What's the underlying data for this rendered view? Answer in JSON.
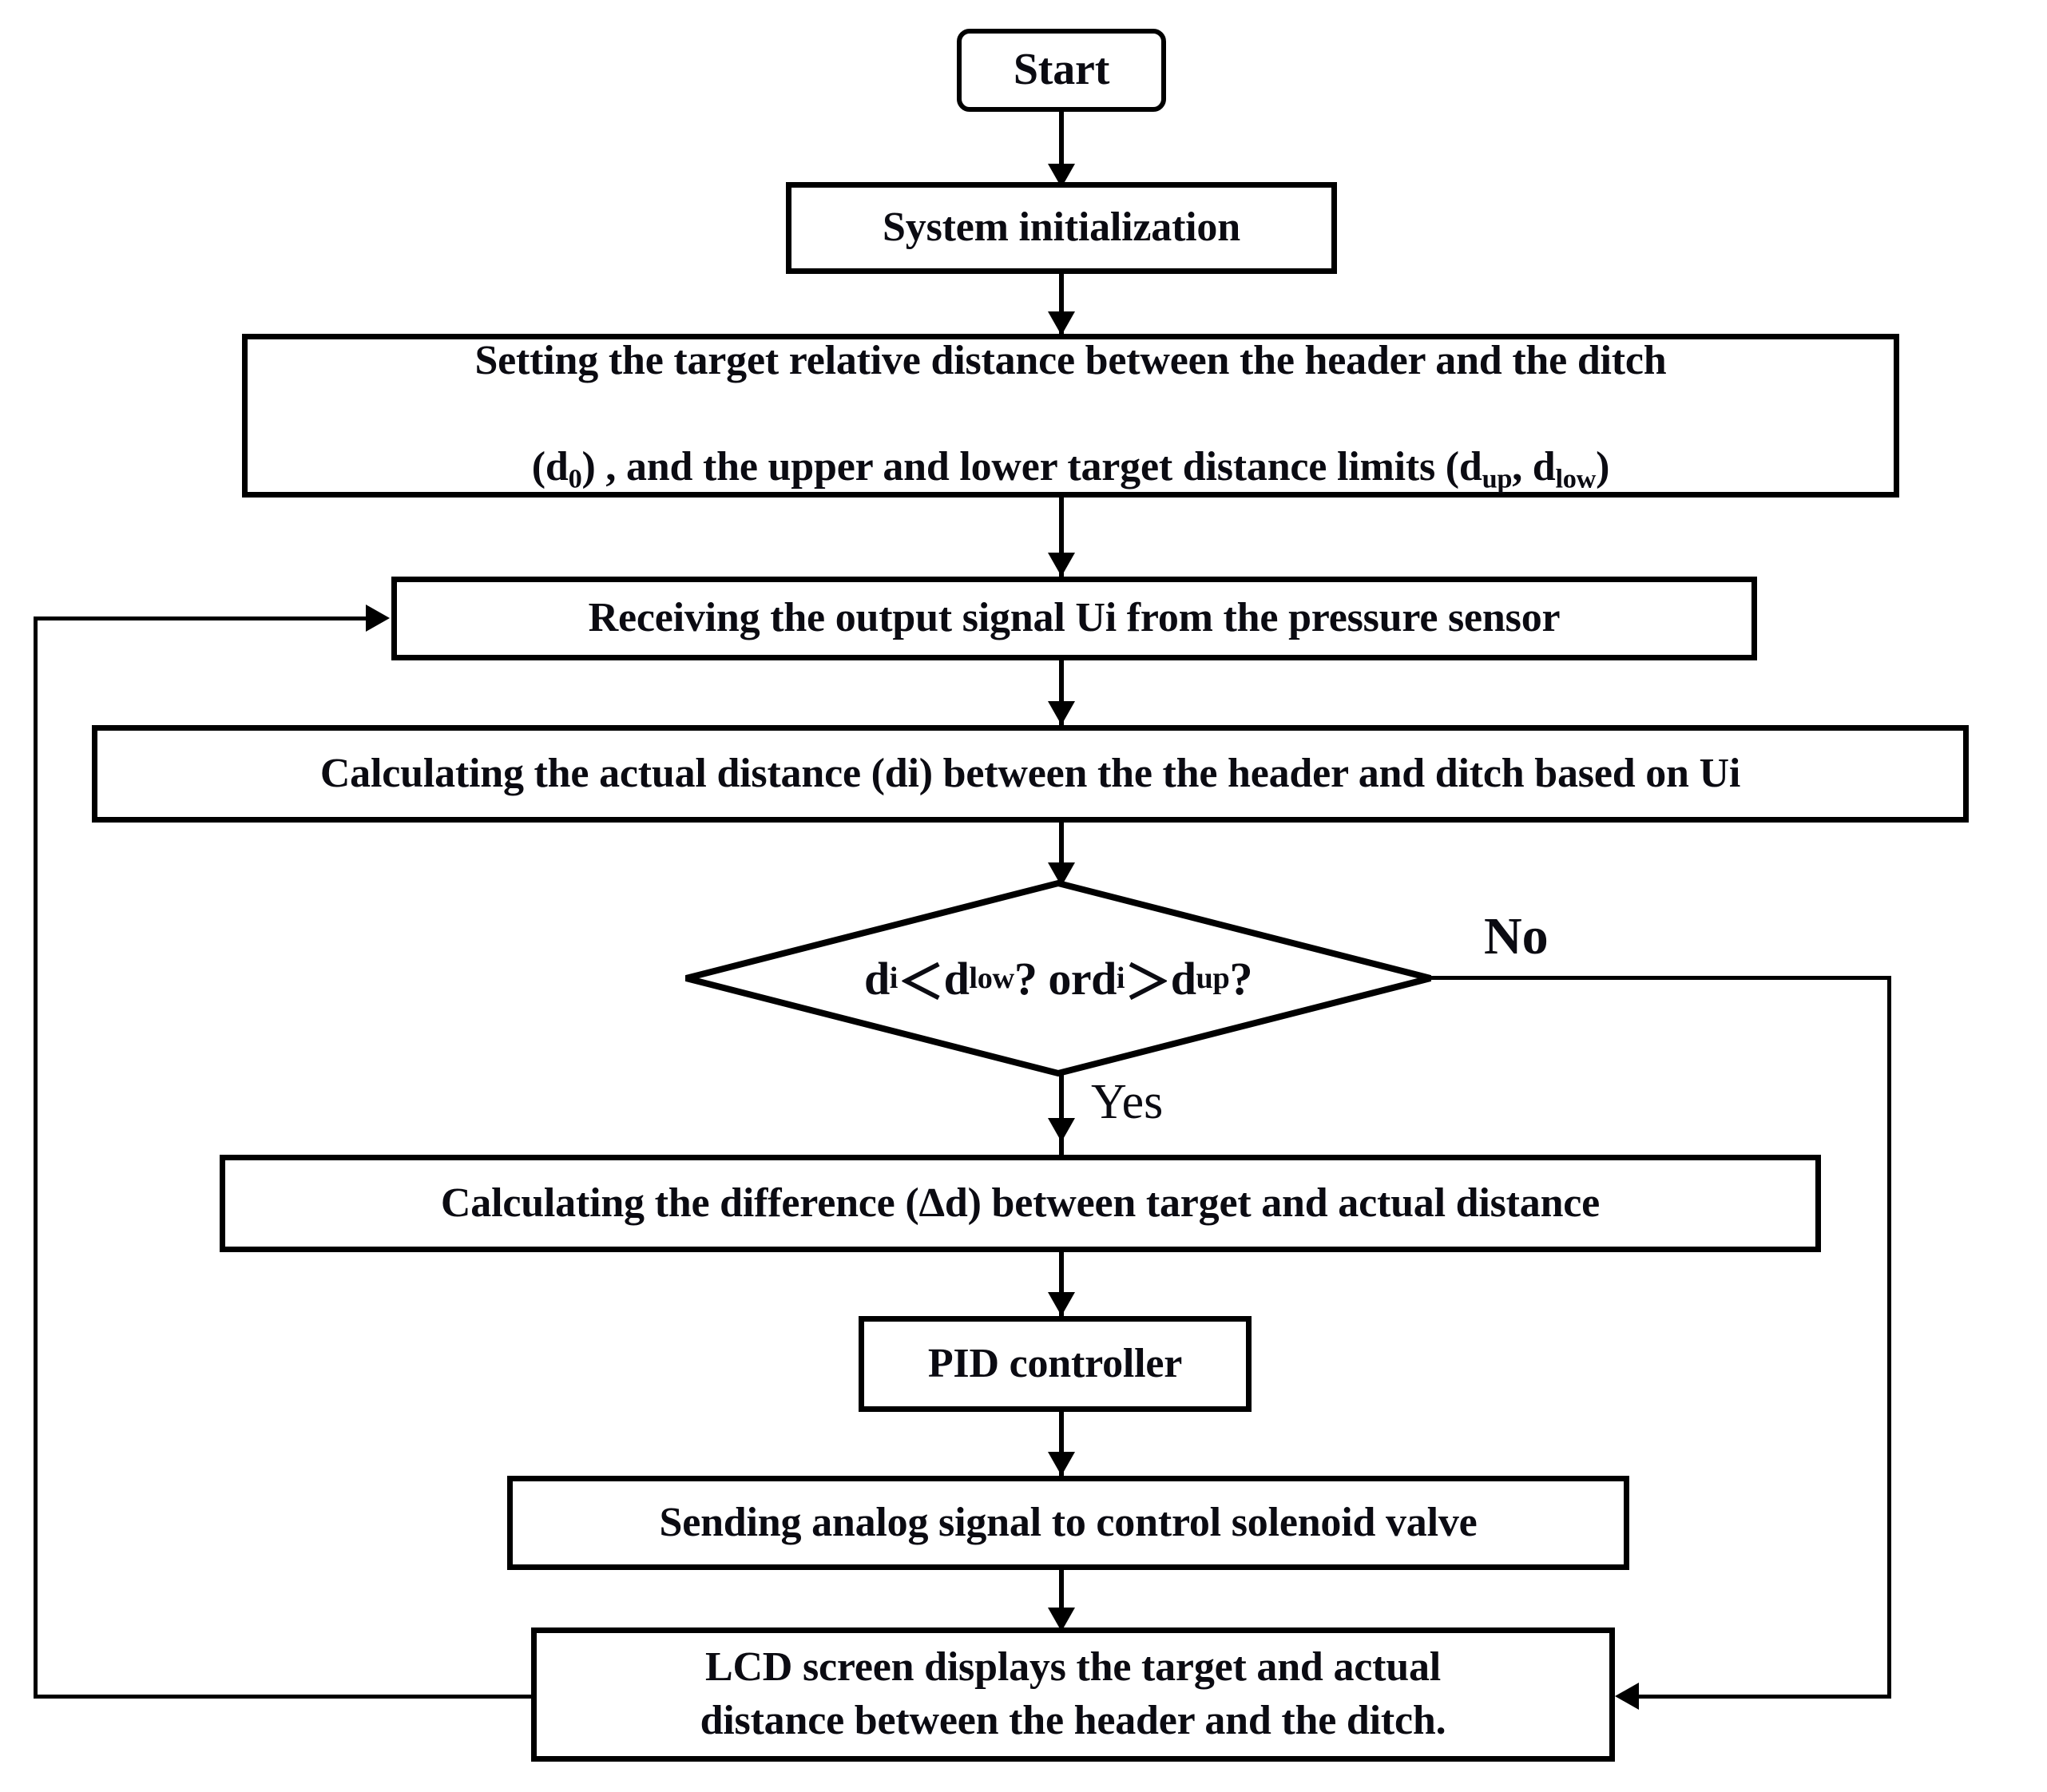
{
  "diagram": {
    "title": "Automatic header-to-ditch distance control flowchart",
    "type": "flowchart",
    "background_color": "#ffffff",
    "line_color": "#000000",
    "text_color": "#0b0b12"
  },
  "nodes": {
    "start": {
      "label": "Start",
      "shape": "terminator"
    },
    "init": {
      "label": "System initialization",
      "shape": "process"
    },
    "setting": {
      "line1": "Setting the target relative distance between the header and the ditch",
      "line2_a": "(d",
      "line2_sub_a": "0",
      "line2_b": ") , and the upper and lower target distance limits (d",
      "line2_sub_b": "up",
      "line2_c": ", d",
      "line2_sub_c": "low",
      "line2_d": ")",
      "shape": "process"
    },
    "receive": {
      "label": "Receiving the output signal Ui from the pressure sensor",
      "shape": "process"
    },
    "calc_distance": {
      "label": "Calculating the actual distance (di) between the the header and ditch based on Ui",
      "shape": "process"
    },
    "decision": {
      "part1": "d",
      "sub1": "i",
      "op1": "＜",
      "part2": "d",
      "sub2": "low",
      "q1": "? or ",
      "part3": "d",
      "sub3": "i",
      "op2": "＞",
      "part4": "d",
      "sub4": "up",
      "q2": "?",
      "shape": "decision"
    },
    "calc_diff": {
      "label": "Calculating the difference (Δd) between target and actual distance",
      "shape": "process"
    },
    "pid": {
      "label": "PID controller",
      "shape": "process"
    },
    "send": {
      "label": "Sending analog signal to control solenoid valve",
      "shape": "process"
    },
    "lcd": {
      "label": "LCD screen displays the target and actual\ndistance between the header and the ditch.",
      "shape": "process"
    }
  },
  "branches": {
    "yes": "Yes",
    "no": "No"
  }
}
